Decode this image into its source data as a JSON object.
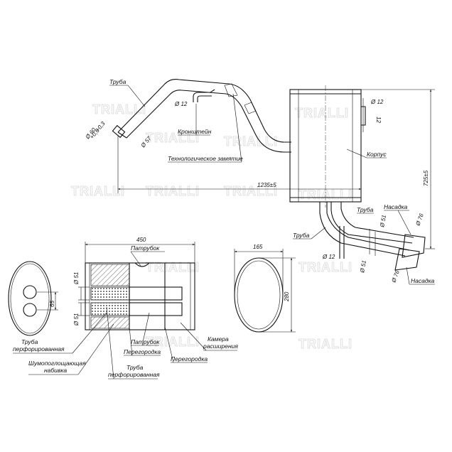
{
  "top_view": {
    "labels": {
      "pipe": "Труба",
      "bracket": "Кронштейн",
      "tech_clamp": "Технологическое замятие",
      "body": "Корпус",
      "pipe_lower": "Труба",
      "pipe_right": "Труба",
      "tip_top": "Насадка",
      "tip_bottom": "Насадка"
    },
    "dims": {
      "inlet_dia": "Ø 60",
      "inlet_tol": "+0,3\n+0,6",
      "inlet_tol_top": "+0,3",
      "inlet_tol_bottom": "+0,6",
      "inlet_pipe_dia": "Ø 57",
      "bracket_dia": "Ø 12",
      "bracket_right_dia": "Ø 12",
      "bracket_right_dia2": "12",
      "length": "1235±5",
      "height": "725±5",
      "out_pipe1": "Ø 51",
      "out_pipe2": "Ø 51",
      "tip1": "Ø 76",
      "tip2": "Ø 76",
      "lower_bracket": "Ø 12"
    }
  },
  "section_view": {
    "width": "450",
    "labels": {
      "inlet_pipe": "Патрубок",
      "pipe_perf1": "Труба перфорированная",
      "pipe_perf1_l1": "Труба",
      "pipe_perf1_l2": "перфорированная",
      "insulation_l1": "Шумопоглощающая",
      "insulation_l2": "набивка",
      "pipe_perf2_l1": "Труба",
      "pipe_perf2_l2": "перфорированная",
      "inlet_pipe2": "Патрубок",
      "baffle1": "Перегородка",
      "baffle2": "Перегородка",
      "chamber_l1": "Камера",
      "chamber_l2": "расширения"
    },
    "dims": {
      "d_top": "Ø 51",
      "d_bottom": "Ø 51",
      "spacing": "65"
    }
  },
  "end_view": {
    "dims": {
      "width": "165",
      "height": "280"
    }
  },
  "watermark": "TRIALLI",
  "colors": {
    "line": "#111111",
    "watermark": "#d8d8d8"
  }
}
